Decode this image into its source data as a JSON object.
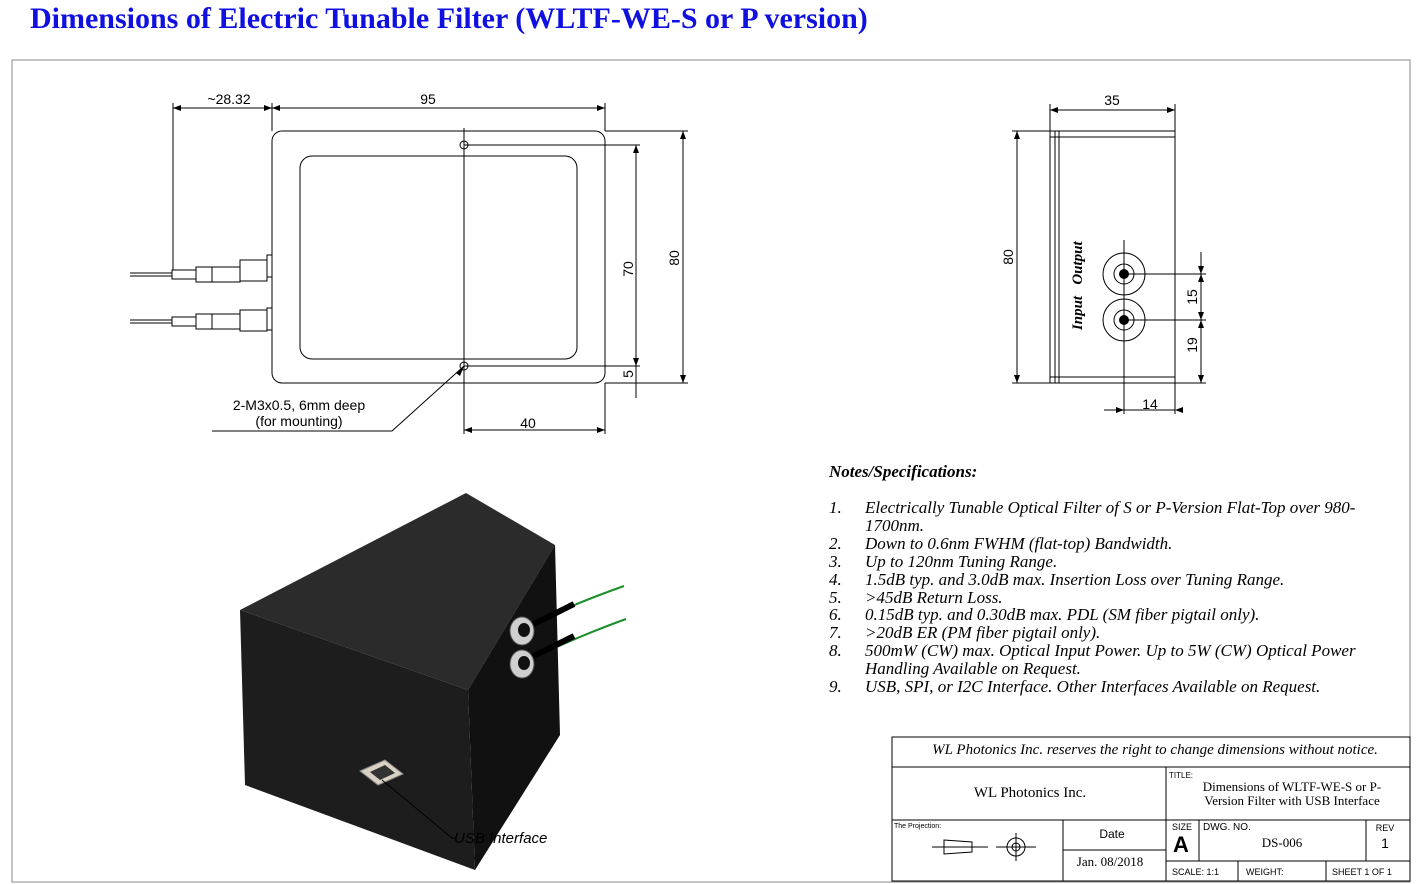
{
  "title": "Dimensions of Electric Tunable Filter (WLTF-WE-S or P version)",
  "front_view": {
    "dim_fiber": "~28.32",
    "dim_width": "95",
    "dim_inner_height": "70",
    "dim_height": "80",
    "dim_edge": "5",
    "dim_hole_offset": "40",
    "mount_note_line1": "2-M3x0.5, 6mm deep",
    "mount_note_line2": "(for mounting)"
  },
  "side_view": {
    "dim_depth": "35",
    "dim_height": "80",
    "dim_spacing": "15",
    "dim_bottom": "19",
    "dim_offset": "14",
    "label_input": "Input",
    "label_output": "Output"
  },
  "iso_view": {
    "usb_label": "USB Interface"
  },
  "notes": {
    "heading": "Notes/Specifications:",
    "items": [
      {
        "num": "1.",
        "text": "Electrically Tunable Optical Filter of S or P-Version Flat-Top over 980-1700nm."
      },
      {
        "num": "2.",
        "text": "Down to 0.6nm FWHM (flat-top) Bandwidth."
      },
      {
        "num": "3.",
        "text": "Up to 120nm Tuning Range."
      },
      {
        "num": "4.",
        "text": "1.5dB typ. and 3.0dB max. Insertion Loss over Tuning Range."
      },
      {
        "num": "5.",
        "text": ">45dB Return Loss."
      },
      {
        "num": "6.",
        "text": "0.15dB typ. and 0.30dB max. PDL (SM fiber pigtail only)."
      },
      {
        "num": "7.",
        "text": ">20dB ER (PM fiber pigtail only)."
      },
      {
        "num": "8.",
        "text": "500mW (CW) max. Optical Input Power. Up to 5W (CW) Optical Power Handling Available on Request."
      },
      {
        "num": "9.",
        "text": "USB, SPI, or I2C Interface. Other Interfaces Available on Request."
      }
    ]
  },
  "title_block": {
    "disclaimer": "WL Photonics Inc. reserves the right to change dimensions without notice.",
    "company": "WL Photonics Inc.",
    "title_label": "TITLE:",
    "title_line1": "Dimensions of  WLTF-WE-S or P-",
    "title_line2": "Version Filter with USB Interface",
    "projection_label": "The Projection:",
    "date_label": "Date",
    "date_value": "Jan. 08/2018",
    "size_label": "SIZE",
    "size_value": "A",
    "dwg_label": "DWG.  NO.",
    "dwg_value": "DS-006",
    "rev_label": "REV",
    "rev_value": "1",
    "scale": "SCALE: 1:1",
    "weight": "WEIGHT:",
    "sheet": "SHEET 1 OF 1"
  }
}
